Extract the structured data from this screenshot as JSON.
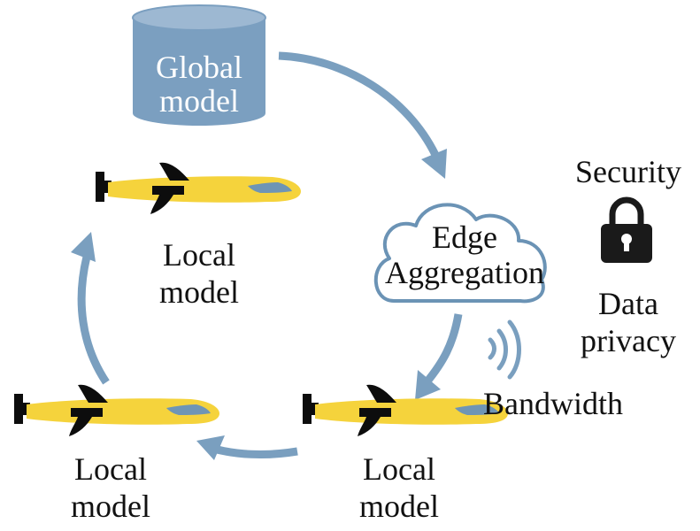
{
  "colors": {
    "arrow": "#7a9fbf",
    "cylinder_body": "#7b9fc0",
    "cylinder_top": "#9db8d2",
    "plane_body": "#f5d33c",
    "plane_black": "#0d0d0d",
    "plane_window": "#6f95b5",
    "cloud_stroke": "#6b93b5",
    "cloud_fill": "#ffffff",
    "text": "#111111"
  },
  "global_model": {
    "line1": "Global",
    "line2": "model",
    "icon": "database-cylinder"
  },
  "edge": {
    "line1": "Edge",
    "line2": "Aggregation",
    "icon": "cloud"
  },
  "security": {
    "title": "Security",
    "icon": "lock-icon",
    "line1": "Data",
    "line2": "privacy"
  },
  "bandwidth": {
    "label": "Bandwidth",
    "icon": "signal-waves-icon"
  },
  "nodes": [
    {
      "id": "top-left",
      "line1": "Local",
      "line2": "model",
      "icon": "drone-plane"
    },
    {
      "id": "bottom-left",
      "line1": "Local",
      "line2": "model",
      "icon": "drone-plane"
    },
    {
      "id": "bottom-right",
      "line1": "Local",
      "line2": "model",
      "icon": "drone-plane"
    }
  ],
  "flow": [
    {
      "from": "Global model",
      "to": "Edge Aggregation"
    },
    {
      "from": "Edge Aggregation",
      "to": "Local model (bottom-right)"
    },
    {
      "from": "Local model (bottom-right)",
      "to": "Local model (bottom-left)"
    },
    {
      "from": "Local model (bottom-left)",
      "to": "Local model (top-left)"
    }
  ]
}
